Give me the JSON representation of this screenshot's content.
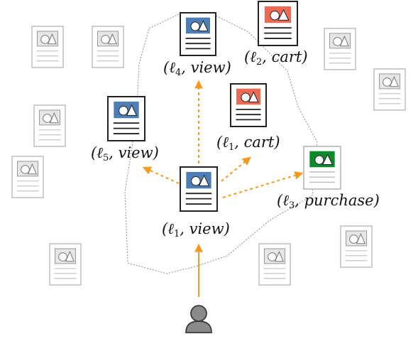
{
  "colors": {
    "blue": "#4d7fb6",
    "red": "#ee6a52",
    "green": "#0a8a2a",
    "arrow": "#f39a1f",
    "grey_doc": "#bdbdbd",
    "dark_doc": "#222222",
    "boundary": "#8c8c8c",
    "user": "#7b7b7b"
  },
  "user": {
    "icon": "user-icon"
  },
  "nodes": [
    {
      "id": "n1",
      "item": "ℓ",
      "sub": "1",
      "action": "view",
      "color": "blue"
    },
    {
      "id": "n4",
      "item": "ℓ",
      "sub": "4",
      "action": "view",
      "color": "blue"
    },
    {
      "id": "n2",
      "item": "ℓ",
      "sub": "2",
      "action": "cart",
      "color": "red"
    },
    {
      "id": "n1c",
      "item": "ℓ",
      "sub": "1",
      "action": "cart",
      "color": "red"
    },
    {
      "id": "n5",
      "item": "ℓ",
      "sub": "5",
      "action": "view",
      "color": "blue"
    },
    {
      "id": "n3",
      "item": "ℓ",
      "sub": "3",
      "action": "purchase",
      "color": "green"
    }
  ]
}
